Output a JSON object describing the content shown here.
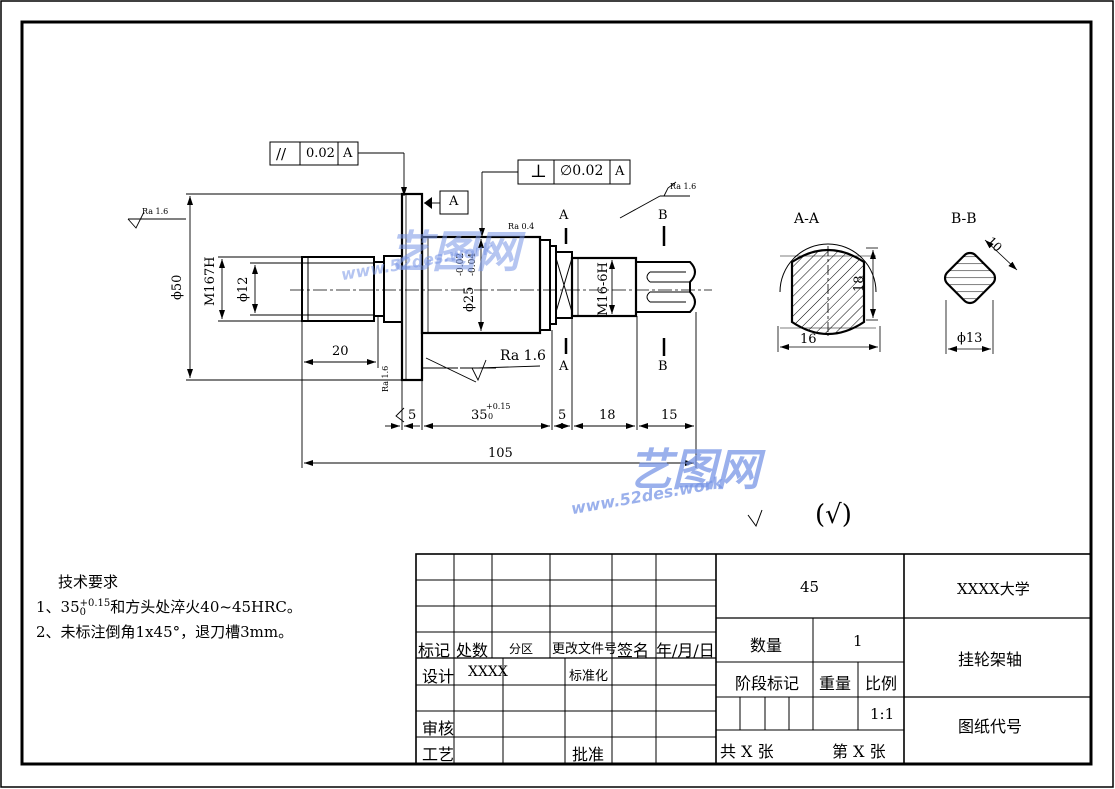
{
  "drawing": {
    "parallelism": {
      "symbol": "//",
      "tol": "0.02",
      "datum": "A"
    },
    "perpendicularity": {
      "symbol": "⊥",
      "tol": "∅0.02",
      "datum": "A"
    },
    "datum_box": "A",
    "rough": {
      "face_main": "Ra 1.6",
      "left": "Ra 1.6",
      "shoulder": "Ra 0.4",
      "right_top": "Ra 1.6",
      "bottom_label": "Ra 1.6",
      "flange_side": "Ra 1.6"
    },
    "dims": {
      "d50": "ϕ50",
      "m16_7h": "M167H",
      "d12": "ϕ12",
      "d25": "ϕ25",
      "d25_up": "-0.02",
      "d25_lo": "-0.04",
      "m16_6h": "M16-6H",
      "l20": "20",
      "l5a": "5",
      "l35": "35",
      "l35_up": "+0.15",
      "l35_lo": "0",
      "l5b": "5",
      "l18": "18",
      "l15": "15",
      "l105": "105"
    },
    "sections": {
      "a": {
        "title": "A-A",
        "width": "16",
        "height": "18",
        "cut": "A"
      },
      "b": {
        "title": "B-B",
        "flat": "10",
        "dia": "ϕ13",
        "cut": "B"
      }
    },
    "general_rough": "(√)"
  },
  "tech_req": {
    "title": "技术要求",
    "line1_a": "1、35",
    "line1_sup": "+0.15",
    "line1_sub": "0",
    "line1_b": "和方头处淬火40~45HRC。",
    "line2": "2、未标注倒角1x45°，退刀槽3mm。"
  },
  "title_block": {
    "material": "45",
    "school": "XXXX大学",
    "part_name": "挂轮架轴",
    "drawing_no_label": "图纸代号",
    "qty_label": "数量",
    "qty": "1",
    "stage_label": "阶段标记",
    "weight_label": "重量",
    "scale_label": "比例",
    "scale": "1:1",
    "total_label": "共 X 张",
    "sheet_label": "第 X 张",
    "mark": "标记",
    "count": "处数",
    "zone": "分区",
    "change_doc": "更改文件号",
    "sign": "签名",
    "date": "年/月/日",
    "design": "设计",
    "designer": "XXXX",
    "std": "标准化",
    "review": "审核",
    "process": "工艺",
    "approve": "批准"
  },
  "watermark": {
    "brand": "艺图网",
    "url": "www.52des.work"
  }
}
